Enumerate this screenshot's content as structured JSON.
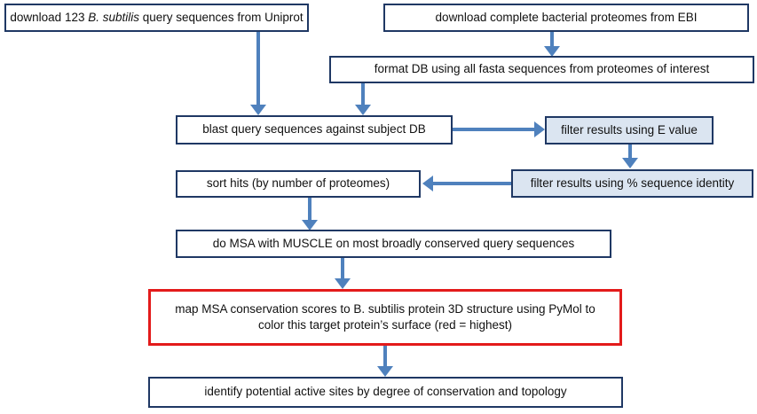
{
  "colors": {
    "arrow": "#4f81bd",
    "border": "#1f3864",
    "shaded": "#dbe5f1",
    "highlight": "#e31b1b"
  },
  "steps": {
    "download_query": {
      "pre": "download 123 ",
      "italic": "B. subtilis",
      "post": " query sequences from Uniprot"
    },
    "download_proteomes": "download complete bacterial proteomes from EBI",
    "format_db": "format DB using all fasta sequences from proteomes of interest",
    "blast": "blast query sequences against subject DB",
    "filter_evalue": "filter results using E value",
    "filter_identity": "filter results using % sequence identity",
    "sort_hits": "sort hits (by number of proteomes)",
    "msa": "do MSA with MUSCLE on most broadly conserved query sequences",
    "map_msa": "map MSA conservation scores to B. subtilis protein 3D structure using PyMol to color this target protein’s surface (red = highest)",
    "identify": "identify potential active sites by degree of conservation and topology"
  }
}
